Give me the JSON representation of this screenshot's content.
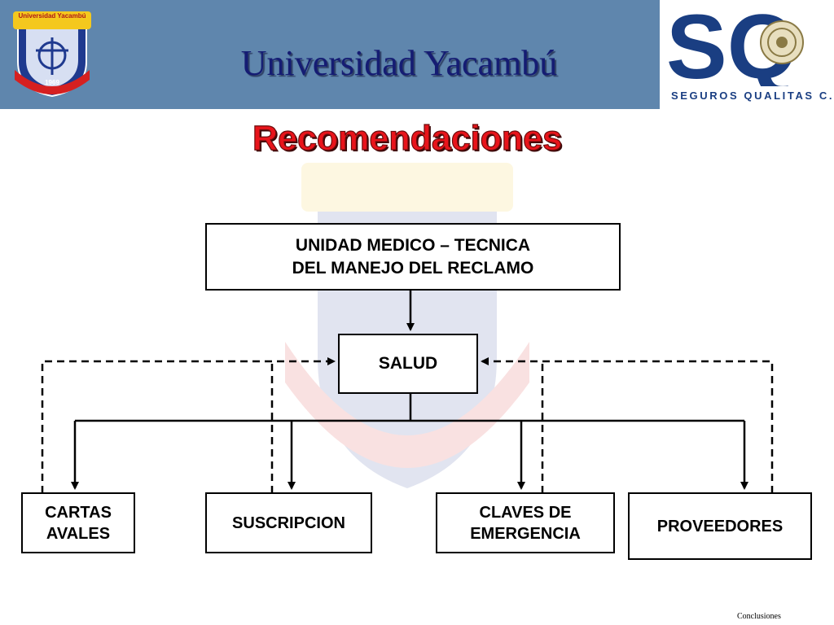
{
  "header": {
    "title": "Universidad Yacambú",
    "logo_left": {
      "icon": "university-seal-icon",
      "text": "Universidad Yacambú",
      "year": "1969"
    },
    "logo_right": {
      "icon": "sq-insurance-logo-icon",
      "letters": "SQ",
      "caption": "SEGUROS QUALITAS C.A."
    }
  },
  "slide": {
    "title": "Recomendaciones"
  },
  "diagram": {
    "top_node": "UNIDAD MEDICO – TECNICA\n DEL MANEJO DEL RECLAMO",
    "center_node": "SALUD",
    "children": [
      "CARTAS\n AVALES",
      "SUSCRIPCION",
      "CLAVES DE\n EMERGENCIA",
      "PROVEEDORES"
    ]
  },
  "footer": {
    "note": "Conclusiones"
  },
  "colors": {
    "header_band": "#5f86ad",
    "header_title": "#151c73",
    "slide_title": "#e8141b",
    "sq_blue": "#1a3e82"
  }
}
